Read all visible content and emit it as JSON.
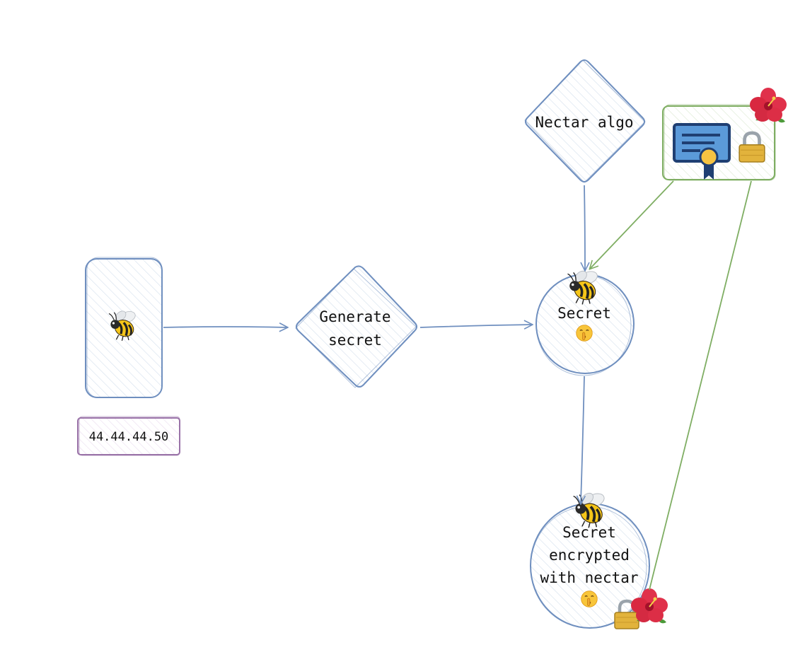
{
  "nodes": {
    "client_ip": "44.44.44.50",
    "generate_secret": [
      "Generate",
      "secret"
    ],
    "nectar_algo": "Nectar algo",
    "secret": "Secret",
    "secret_encrypted": [
      "Secret",
      "encrypted",
      "with nectar"
    ]
  },
  "icons": {
    "client": "bee-icon",
    "secret_top": "bee-icon",
    "secret_bottom": "shushing-face-icon",
    "encrypted_top": "bee-icon",
    "encrypted_bottom": "shushing-face-icon",
    "encrypted_badges": [
      "padlock-icon",
      "hibiscus-icon"
    ],
    "certificate": [
      "certificate-icon",
      "padlock-icon",
      "hibiscus-icon"
    ]
  },
  "colors": {
    "shape_stroke": "#6f8fbf",
    "shape_hatch": "#d6e2ee",
    "green_stroke": "#7fae63",
    "purple_stroke": "#9a73a8"
  }
}
